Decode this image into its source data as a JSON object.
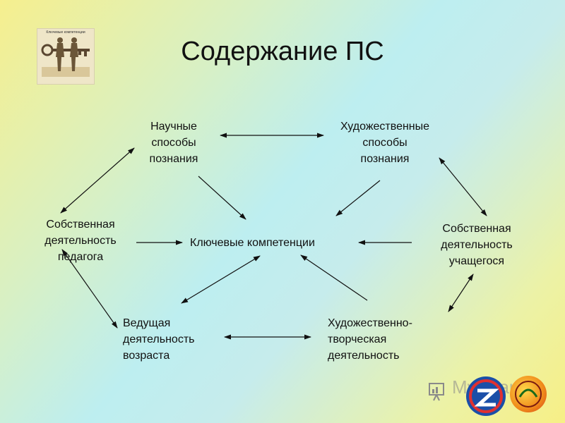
{
  "title": "Содержание ПС",
  "logo": {
    "caption": "Ключевые компетенции"
  },
  "nodes": {
    "scientific": "Научные\nспособы\nпознания",
    "artistic": "Художественные\nспособы\nпознания",
    "teacher": "Собственная\nдеятельность\nпедагога",
    "key": "Ключевые компетенции",
    "student": "Собственная\nдеятельность\nучащегося",
    "leading": "Ведущая\nдеятельность\nвозраста",
    "creative": "Художественно-\nтворческая\nдеятельность"
  },
  "watermark": "MyShared",
  "colors": {
    "arrow": "#111111",
    "text": "#111111"
  }
}
